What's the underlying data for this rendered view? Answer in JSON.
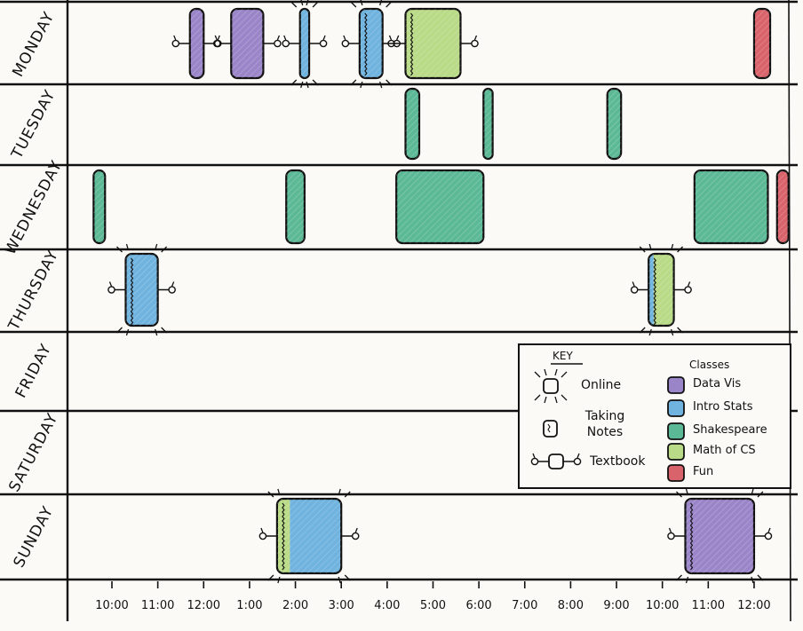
{
  "days": [
    "MONDAY",
    "TUESDAY",
    "WEDNESDAY",
    "THURSDAY",
    "FRIDAY",
    "SATURDAY",
    "SUNDAY"
  ],
  "time_ticks": [
    "10:00",
    "11:00",
    "12:00",
    "1:00",
    "2:00",
    "3:00",
    "4:00",
    "5:00",
    "6:00",
    "7:00",
    "8:00",
    "9:00",
    "10:00",
    "11:00",
    "12:00"
  ],
  "legend": {
    "title": "KEY",
    "modes": [
      {
        "label": "Online",
        "icon": "online-icon"
      },
      {
        "label": "Taking Notes",
        "icon": "notes-icon"
      },
      {
        "label": "Textbook",
        "icon": "textbook-icon"
      }
    ],
    "classes_title": "Classes",
    "classes": [
      {
        "id": "datavis",
        "label": "Data Vis",
        "color": "#9b85c9"
      },
      {
        "id": "stats",
        "label": "Intro Stats",
        "color": "#6fb3de"
      },
      {
        "id": "shakespeare",
        "label": "Shakespeare",
        "color": "#5cb995"
      },
      {
        "id": "mathcs",
        "label": "Math of CS",
        "color": "#b9da86"
      },
      {
        "id": "fun",
        "label": "Fun",
        "color": "#d9636b"
      }
    ]
  },
  "sessions": [
    {
      "day": 0,
      "start": 11.7,
      "end": 12.0,
      "classes": [
        "datavis"
      ],
      "mode": "textbook"
    },
    {
      "day": 0,
      "start": 12.6,
      "end": 13.3,
      "classes": [
        "datavis"
      ],
      "mode": "textbook"
    },
    {
      "day": 0,
      "start": 14.1,
      "end": 14.3,
      "classes": [
        "stats"
      ],
      "mode": "online+textbook"
    },
    {
      "day": 0,
      "start": 15.4,
      "end": 15.9,
      "classes": [
        "stats"
      ],
      "mode": "online+notes+textbook"
    },
    {
      "day": 0,
      "start": 16.4,
      "end": 17.6,
      "classes": [
        "mathcs"
      ],
      "mode": "notes+textbook"
    },
    {
      "day": 0,
      "start": 24.0,
      "end": 24.35,
      "classes": [
        "fun"
      ],
      "mode": ""
    },
    {
      "day": 1,
      "start": 16.4,
      "end": 16.7,
      "classes": [
        "shakespeare"
      ],
      "mode": ""
    },
    {
      "day": 1,
      "start": 18.1,
      "end": 18.3,
      "classes": [
        "shakespeare"
      ],
      "mode": ""
    },
    {
      "day": 1,
      "start": 20.8,
      "end": 21.1,
      "classes": [
        "shakespeare"
      ],
      "mode": ""
    },
    {
      "day": 2,
      "start": 9.6,
      "end": 9.85,
      "classes": [
        "shakespeare"
      ],
      "mode": ""
    },
    {
      "day": 2,
      "start": 13.8,
      "end": 14.2,
      "classes": [
        "shakespeare"
      ],
      "mode": ""
    },
    {
      "day": 2,
      "start": 16.2,
      "end": 18.1,
      "classes": [
        "shakespeare"
      ],
      "mode": ""
    },
    {
      "day": 2,
      "start": 22.7,
      "end": 24.3,
      "classes": [
        "shakespeare"
      ],
      "mode": ""
    },
    {
      "day": 2,
      "start": 24.5,
      "end": 24.75,
      "classes": [
        "fun"
      ],
      "mode": ""
    },
    {
      "day": 3,
      "start": 10.3,
      "end": 11.0,
      "classes": [
        "stats"
      ],
      "mode": "online+notes+textbook"
    },
    {
      "day": 3,
      "start": 21.7,
      "end": 22.25,
      "classes": [
        "stats",
        "mathcs"
      ],
      "mode": "online+notes+textbook"
    },
    {
      "day": 6,
      "start": 13.6,
      "end": 15.0,
      "classes": [
        "mathcs",
        "stats"
      ],
      "mode": "online+notes+textbook"
    },
    {
      "day": 6,
      "start": 22.5,
      "end": 24.0,
      "classes": [
        "datavis"
      ],
      "mode": "online+notes+textbook"
    }
  ]
}
